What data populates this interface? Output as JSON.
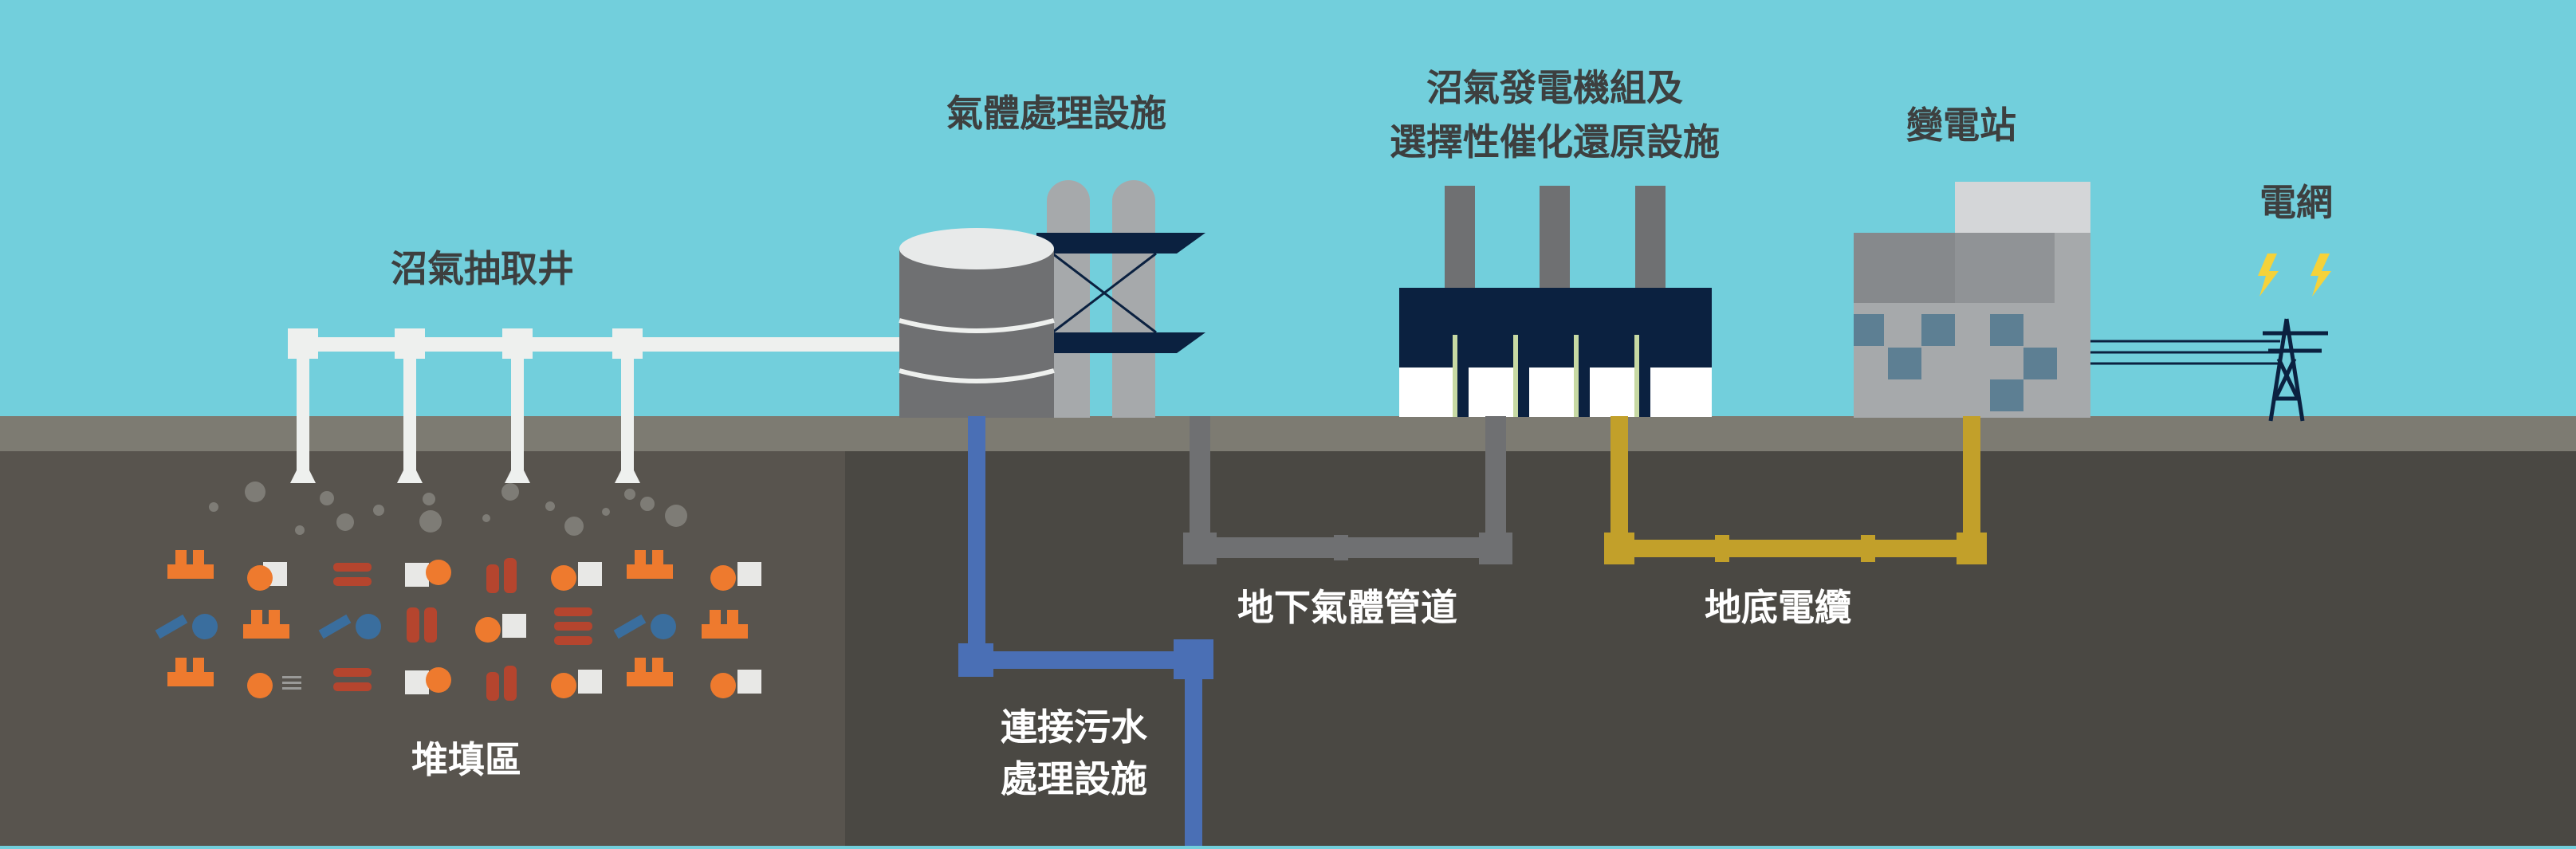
{
  "labels": {
    "biogas_wells": "沼氣抽取井",
    "gas_treatment": "氣體處理設施",
    "generator_line1": "沼氣發電機組及",
    "generator_line2": "選擇性催化還原設施",
    "substation": "變電站",
    "grid": "電網",
    "landfill": "堆填區",
    "gas_pipe": "地下氣體管道",
    "cable": "地底電纜",
    "sewage_line1": "連接污水",
    "sewage_line2": "處理設施"
  },
  "colors": {
    "sky": "#72cfdc",
    "ground_strip": "#7d7b72",
    "ground_left": "#58544e",
    "ground_right": "#4a4843",
    "label_dark": "#3d3f3f",
    "label_light": "#ffffff",
    "pipe_white": "#eef0ee",
    "gas_pipe": "#6f7072",
    "cable": "#c2a02a",
    "sewage_pipe": "#4a6fb5",
    "navy": "#0b2140",
    "orange": "#ee7a2e",
    "rust": "#b5452e",
    "blue_waste": "#3a6e9e",
    "lightning": "#f5d23a"
  }
}
